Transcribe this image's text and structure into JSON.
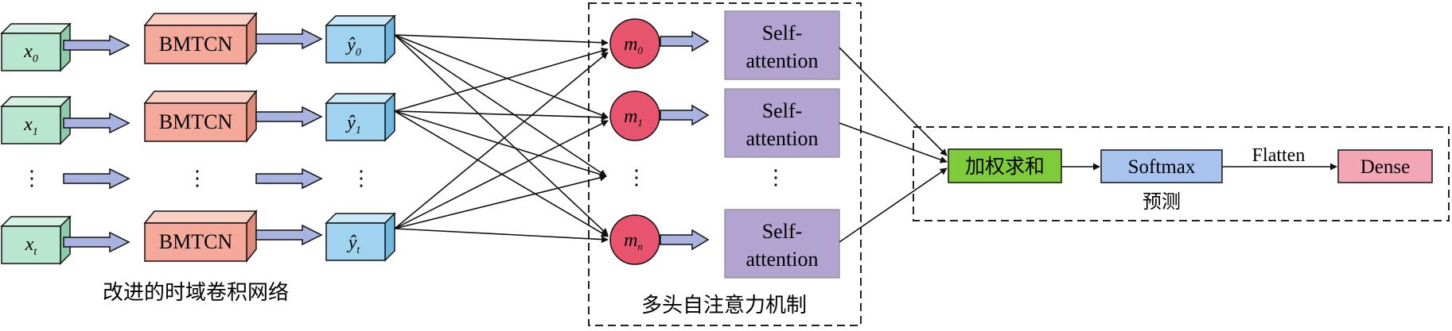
{
  "inputs": [
    {
      "base": "x",
      "sub": "0"
    },
    {
      "base": "x",
      "sub": "1"
    },
    {
      "base": "x",
      "sub": "t"
    }
  ],
  "bmtcn_label": "BMTCN",
  "outputs": [
    {
      "base": "ŷ",
      "sub": "0"
    },
    {
      "base": "ŷ",
      "sub": "1"
    },
    {
      "base": "ŷ",
      "sub": "t"
    }
  ],
  "heads": [
    {
      "base": "m",
      "sub": "0"
    },
    {
      "base": "m",
      "sub": "1"
    },
    {
      "base": "m",
      "sub": "n"
    }
  ],
  "attention_label": {
    "line1": "Self-",
    "line2": "attention"
  },
  "ellipsis": "⋮",
  "tcn_caption": "改进的时域卷积网络",
  "mha_caption": "多头自注意力机制",
  "predict": {
    "weighted_sum": "加权求和",
    "softmax": "Softmax",
    "flatten": "Flatten",
    "dense": "Dense",
    "caption": "预测"
  },
  "colors": {
    "input": "#b9e6cf",
    "bmtcn": "#f4a99a",
    "output": "#9fd3f0",
    "head": "#e8546e",
    "attention": "#b3a3d0",
    "weighted_sum": "#7fcc3a",
    "softmax": "#a8c4ee",
    "dense": "#f3a7b6",
    "arrow_fill": "#a9b3df"
  }
}
